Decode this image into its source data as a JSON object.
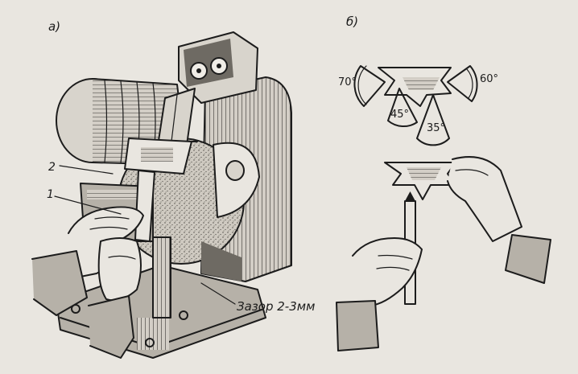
{
  "labels": {
    "panel_a": "а)",
    "panel_b": "б)",
    "callout_1": "1",
    "callout_2": "2",
    "gap_note": "Зазор 2-3мм"
  },
  "angles": {
    "left_angle": "70°",
    "right_angle": "60°",
    "center_angle": "45°",
    "lower_angle": "35°"
  }
}
